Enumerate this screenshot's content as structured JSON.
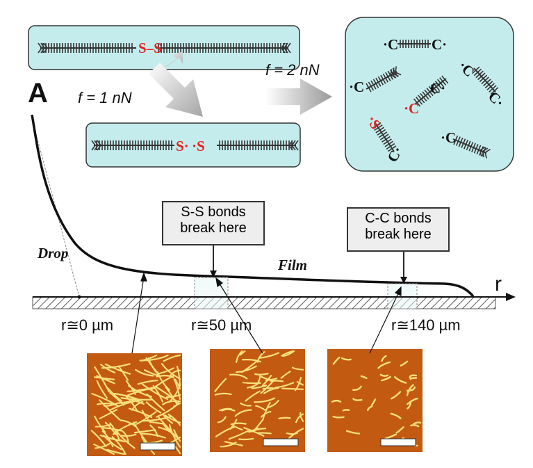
{
  "figure": {
    "panel_letter": "A",
    "molecules": {
      "intact_bond": "S–S",
      "cleaved_left": "S·",
      "cleaved_right": "·S"
    },
    "fragments": {
      "cc_pair": [
        "·C",
        "C·"
      ],
      "c_end": "·C",
      "c_end_right": "C·",
      "s_end": "·S"
    },
    "forces": {
      "f1": "f = 1 nN",
      "f2": "f = 2 nN"
    },
    "callouts": {
      "ss": [
        "S-S bonds",
        "break here"
      ],
      "cc": [
        "C-C bonds",
        "break here"
      ]
    },
    "profile": {
      "drop_label": "Drop",
      "film_label": "Film",
      "axis_label": "r"
    },
    "positions": [
      "r≅0 µm",
      "r≅50 µm",
      "r≅140 µm"
    ],
    "colors": {
      "box_fill": "#c4ecec",
      "bond_red": "#e62020",
      "afm_background": "#c25a12",
      "afm_fiber": "#f7e07a"
    }
  }
}
